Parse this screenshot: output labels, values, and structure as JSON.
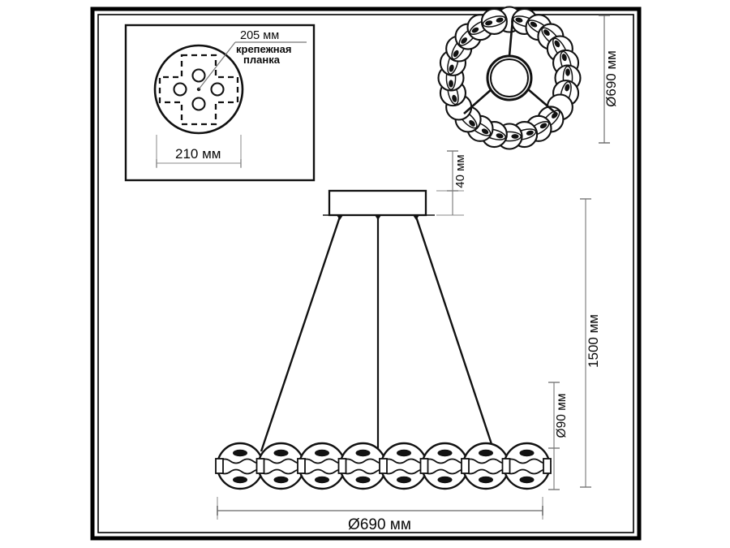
{
  "document": {
    "type": "technical-drawing",
    "subject": "pendant-chandelier-ring-of-beads",
    "background_color": "#ffffff",
    "line_color": "#111111",
    "dim_line_color": "#555555",
    "border": {
      "outer_color": "#000000",
      "inner_color": "#000000"
    }
  },
  "detail_panel": {
    "name": "mounting-plate-detail",
    "callout_dimension": "205 мм",
    "callout_label_line1": "крепежная",
    "callout_label_line2": "планка",
    "width_dimension": "210 мм",
    "hole_count": 4
  },
  "top_view": {
    "name": "top-view-ring",
    "diameter_label": "Ø690 мм",
    "bead_count": 24,
    "spoke_count": 3
  },
  "side_view": {
    "name": "side-elevation",
    "canopy_height_label": "40 мм",
    "suspension_length_label": "1500 мм",
    "bead_diameter_label": "Ø90 мм",
    "ring_diameter_label": "Ø690 мм",
    "front_bead_count": 8,
    "cable_count": 3
  }
}
